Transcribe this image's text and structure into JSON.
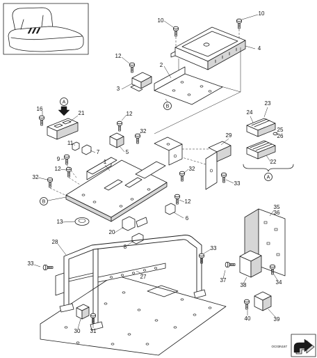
{
  "diagram": {
    "callouts": [
      "10",
      "10",
      "4",
      "12",
      "2",
      "3",
      "16",
      "21",
      "12",
      "23",
      "24",
      "25",
      "26",
      "32",
      "5",
      "11",
      "7",
      "29",
      "9",
      "1",
      "12",
      "22",
      "32",
      "32",
      "33",
      "12",
      "6",
      "13",
      "35",
      "36",
      "20",
      "28",
      "8",
      "33",
      "33",
      "27",
      "37",
      "34",
      "38",
      "30",
      "31",
      "40",
      "39"
    ],
    "reference_markers": [
      "A",
      "B",
      "A",
      "B"
    ],
    "drawing_code": "OC03N187"
  },
  "icons": {
    "locator": "arrow-down-icon",
    "orientation": "curved-arrow-icon"
  },
  "colors": {
    "line": "#1a1a1a",
    "background": "#ffffff",
    "shade": "#d6d6d6"
  }
}
